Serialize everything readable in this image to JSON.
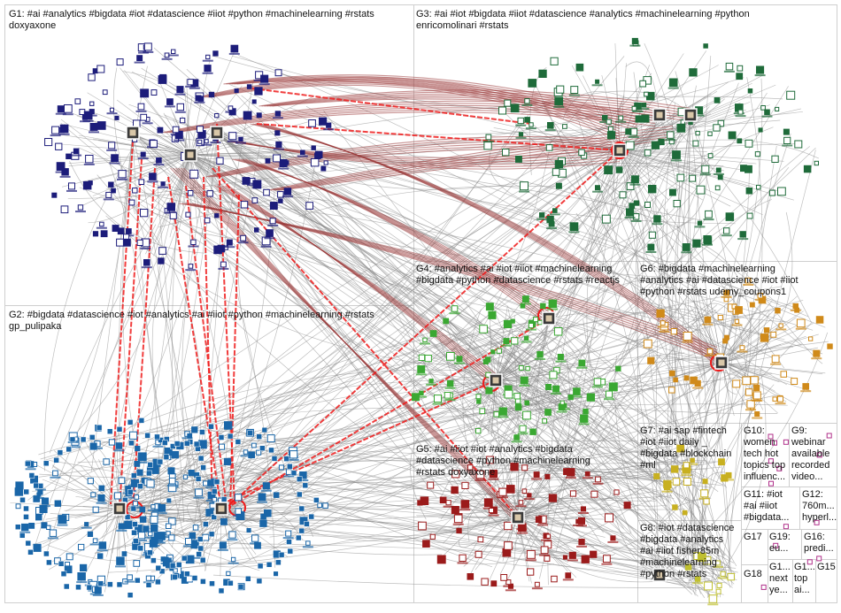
{
  "groups": [
    {
      "id": "G1",
      "label": "G1: #ai #analytics #bigdata #iot #datascience #iiot #python #machinelearning #rstats\ndoxyaxone"
    },
    {
      "id": "G2",
      "label": "G2: #bigdata #datascience #iot #analytics #ai #iiot #python #machinelearning #rstats\ngp_pulipaka"
    },
    {
      "id": "G3",
      "label": "G3: #ai #iot #bigdata #iiot #datascience #analytics #machinelearning #python\nenricomolinari #rstats"
    },
    {
      "id": "G4",
      "label": "G4: #analytics #ai #iot #iiot #machinelearning\n#bigdata #python #datascience #rstats #reactjs"
    },
    {
      "id": "G5",
      "label": "G5: #ai #iiot #iot #analytics #bigdata\n#datascience #python #machinelearning\n#rstats doxyaxone"
    },
    {
      "id": "G6",
      "label": "G6: #bigdata #machinelearning\n#analytics #ai #datascience #iot #iiot\n#python #rstats udemy_coupons1"
    },
    {
      "id": "G7",
      "label": "G7: #ai sap #fintech\n#iot #iiot daily _\n#bigdata #blockchain\n#ml"
    },
    {
      "id": "G8",
      "label": "G8: #iot #datascience\n#bigdata #analytics\n#ai #iiot fisher85m\n#machinelearning\n#python #rstats"
    },
    {
      "id": "G9",
      "label": "G9:\nwebinar\navailable\nrecorded\nvideo..."
    },
    {
      "id": "G10",
      "label": "G10:\nwomen\ntech hot\ntopics top\ninfluenc..."
    },
    {
      "id": "G11",
      "label": "G11: #iot\n#ai #iiot\n#bigdata..."
    },
    {
      "id": "G12",
      "label": "G12:\n760m...\nhyperl..."
    },
    {
      "id": "G13",
      "label": "G1...\nnext\nye..."
    },
    {
      "id": "G14",
      "label": "G1...\ntop\nai..."
    },
    {
      "id": "G15",
      "label": "G15"
    },
    {
      "id": "G16",
      "label": "G16:\npredi..."
    },
    {
      "id": "G17",
      "label": "G17"
    },
    {
      "id": "G18",
      "label": "G18"
    },
    {
      "id": "G19",
      "label": "G19:\neu..."
    }
  ],
  "colors": {
    "edge_gray": "#8a8a8a",
    "edge_dark_red": "#9a3b3b",
    "edge_red": "#ee1b1b",
    "box_border": "#cfcfcf",
    "g1_node": "#1c1c7a",
    "g2_node": "#1a66a8",
    "g3_node": "#1f6b3a",
    "g4_node": "#3aa832",
    "g5_node": "#9b1b1b",
    "g6_node": "#d08a1a",
    "g7_node": "#c8b020",
    "g8_node": "#c0c030",
    "small_node": "#b0308a"
  }
}
